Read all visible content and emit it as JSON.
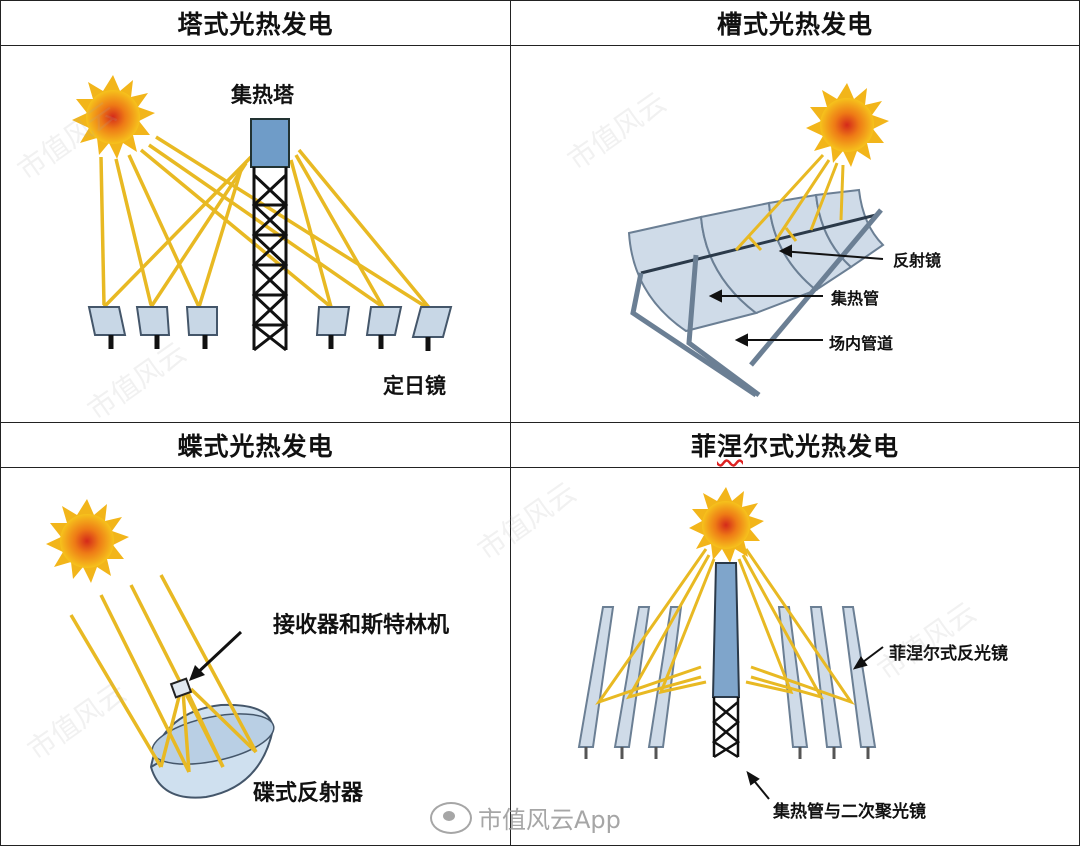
{
  "panels": {
    "tower": {
      "title": "塔式光热发电",
      "tower_label": "集热塔",
      "mirror_label": "定日镜"
    },
    "trough": {
      "title": "槽式光热发电",
      "reflector_label": "反射镜",
      "collector_label": "集热管",
      "pipe_label": "场内管道"
    },
    "dish": {
      "title": "蝶式光热发电",
      "receiver_label": "接收器和斯特林机",
      "reflector_label": "碟式反射器"
    },
    "fresnel": {
      "title_a": "菲",
      "title_b": "涅",
      "title_c": "尔式光热发电",
      "mirror_label": "菲涅尔式反光镜",
      "collector_label": "集热管与二次聚光镜"
    }
  },
  "watermark": {
    "text": "市值风云",
    "brand": "市值风云App"
  },
  "colors": {
    "ray": "#e8b923",
    "sun_core": "#d42a1a",
    "sun_outer": "#f6c21c",
    "mirror": "#c8d7e6",
    "mirror_edge": "#6b7f94"
  }
}
